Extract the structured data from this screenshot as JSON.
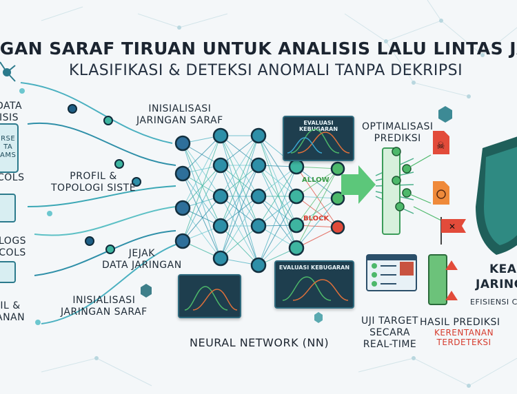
{
  "header": {
    "title": "IGAN SARAF TIRUAN UNTUK ANALISIS LALU LINTAS JARINGAN TERENK",
    "subtitle": "KLASIFIKASI & DETEKSI ANOMALI TANPA DEKRIPSI"
  },
  "left_column": {
    "item1": [
      "DATA",
      "ISIS"
    ],
    "item2": [
      "RSE",
      "TA",
      "AMS",
      "COLS"
    ],
    "item3": [
      "LOGS",
      "COLS"
    ],
    "item4": [
      "IL &",
      "ANAN"
    ]
  },
  "inputs": {
    "init_top": [
      "INISIALISASI",
      "JARINGAN SARAF"
    ],
    "profile": [
      "PROFIL &",
      "TOPOLOGI SISTE"
    ],
    "trace": [
      "JEJAK",
      "DATA JARINGAN"
    ],
    "init_bottom": [
      "INISIALISASI",
      "JARINGAN SARAF"
    ]
  },
  "panels": {
    "fitness_top": "EVALUASI KEBUGARAN",
    "fitness_bottom": "EVALUASI KEBUGARAN"
  },
  "decisions": {
    "allow": "ALLOW",
    "block": "BLOCK"
  },
  "network_caption": "NEURAL NETWORK (NN)",
  "outputs": {
    "optimization": [
      "OPTIMALISASI",
      "PREDIKSI"
    ],
    "realtime": [
      "UJI TARGET",
      "SECARA",
      "REAL-TIME"
    ],
    "prediction": "HASIL PREDIKSI",
    "vulnerability": [
      "KERENTANAN",
      "TERDETEKSI"
    ],
    "security": [
      "KEAN",
      "JARINGA"
    ],
    "efficiency": "EFISIENSI C"
  },
  "colors": {
    "accent_teal": "#2a8c9e",
    "node_dark": "#2e6f9a",
    "node_green": "#4db86a",
    "alert_red": "#e04a3a",
    "shield": "#1f5f5a"
  }
}
